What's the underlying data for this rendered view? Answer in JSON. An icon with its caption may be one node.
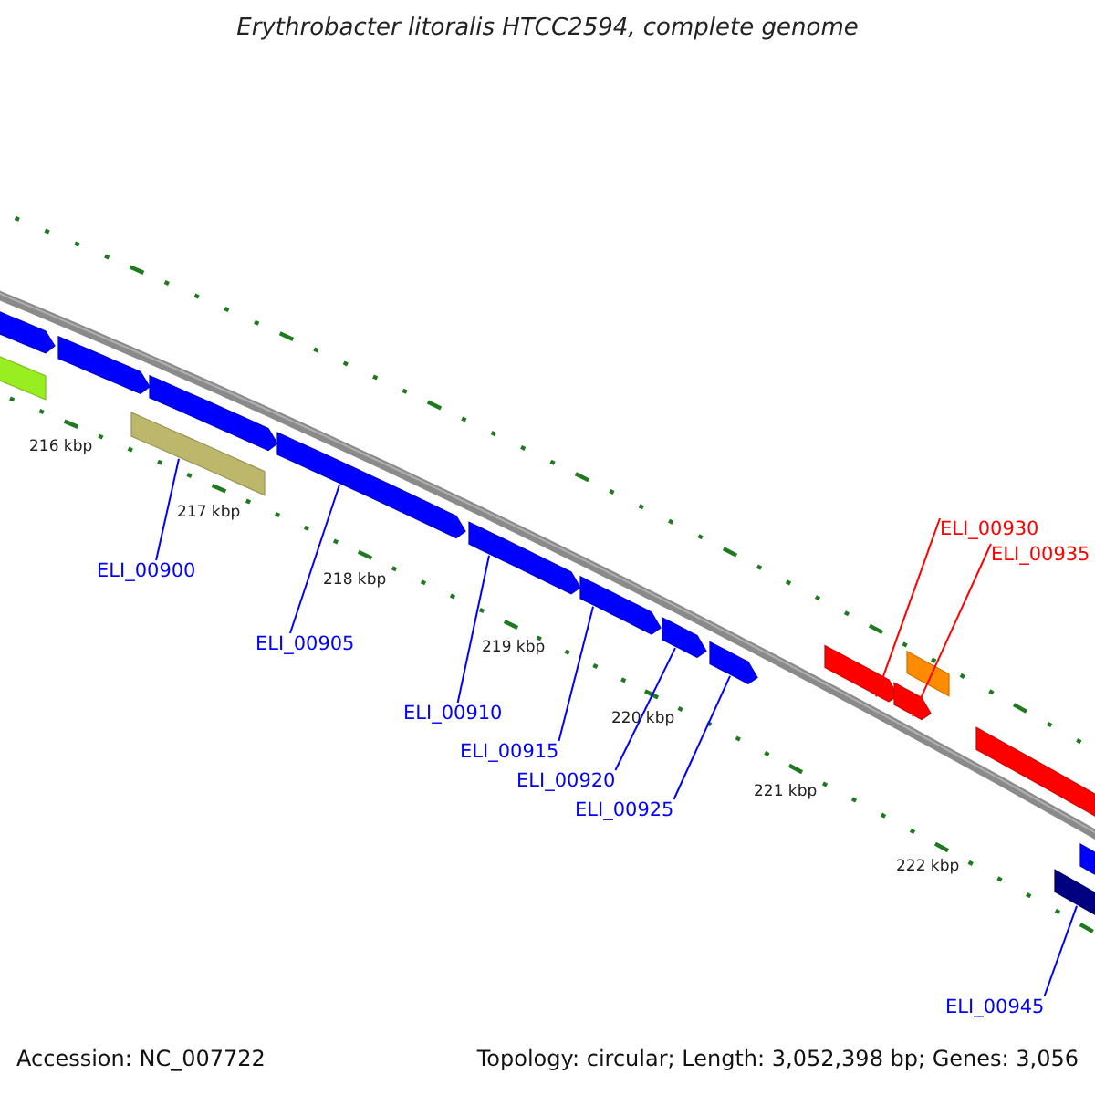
{
  "diagram": {
    "title": "Erythrobacter litoralis HTCC2594, complete genome",
    "nodes": [
      {
        "text": [
          "ELI_00930"
        ]
      },
      {
        "text": [
          "ELI_00935"
        ]
      },
      {
        "text": [
          "ELI_00900"
        ]
      },
      {
        "text": [
          "ELI_00905"
        ]
      },
      {
        "text": [
          "ELI_00910"
        ]
      },
      {
        "text": [
          "ELI_00915"
        ]
      },
      {
        "text": [
          "ELI_00920"
        ]
      },
      {
        "text": [
          "ELI_00925"
        ]
      },
      {
        "text": [
          "ELI_00945"
        ]
      },
      {
        "text": [],
        "shape": "bar"
      },
      {
        "text": [],
        "shape": "bar"
      },
      {
        "text": [],
        "shape": "bar"
      },
      {
        "text": [],
        "shape": "bar"
      },
      {
        "text": [],
        "shape": "bar"
      },
      {
        "text": [],
        "shape": "bar"
      },
      {
        "text": [],
        "shape": "bar"
      },
      {
        "text": [],
        "shape": "bar"
      },
      {
        "text": [],
        "shape": "bar"
      },
      {
        "text": [],
        "shape": "bar"
      },
      {
        "text": [],
        "shape": "bar"
      },
      {
        "text": [],
        "shape": "bar"
      },
      {
        "text": [],
        "shape": "bar"
      },
      {
        "text": [],
        "shape": "bar"
      },
      {
        "text": [],
        "shape": "bar"
      },
      {
        "text": [],
        "shape": "bar"
      }
    ],
    "edges": [
      {
        "from": 0,
        "to": 19,
        "arrow": "none",
        "color": "#ff0000"
      },
      {
        "from": 1,
        "to": 20,
        "arrow": "none",
        "color": "#ff0000"
      },
      {
        "from": 2,
        "to": 13,
        "arrow": "none"
      },
      {
        "from": 3,
        "to": 14,
        "arrow": "none"
      },
      {
        "from": 4,
        "to": 15,
        "arrow": "none"
      },
      {
        "from": 5,
        "to": 16,
        "arrow": "none"
      },
      {
        "from": 6,
        "to": 17,
        "arrow": "none"
      },
      {
        "from": 7,
        "to": 18,
        "arrow": "none"
      },
      {
        "from": 8,
        "to": 24,
        "arrow": "none"
      }
    ],
    "labels": [
      "216 kbp",
      "217 kbp",
      "218 kbp",
      "219 kbp",
      "220 kbp",
      "221 kbp",
      "222 kbp",
      "Accession: NC_007722",
      "Topology: circular; Length: 3,052,398 bp; Genes: 3,056"
    ]
  }
}
